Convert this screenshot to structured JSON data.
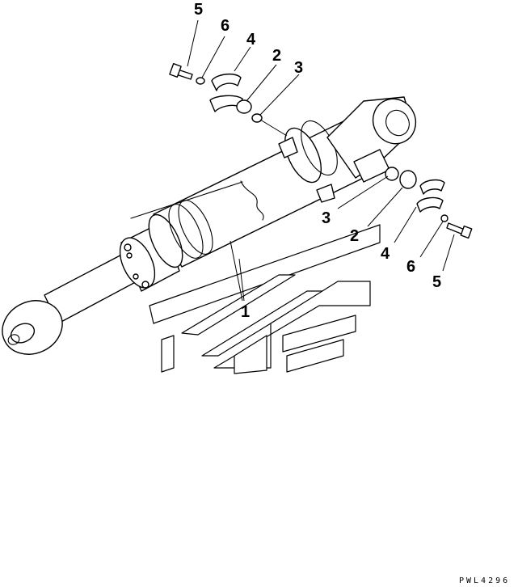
{
  "callouts": [
    {
      "id": "c5a",
      "text": "5"
    },
    {
      "id": "c6a",
      "text": "6"
    },
    {
      "id": "c4a",
      "text": "4"
    },
    {
      "id": "c2a",
      "text": "2"
    },
    {
      "id": "c3a",
      "text": "3"
    },
    {
      "id": "c3b",
      "text": "3"
    },
    {
      "id": "c2b",
      "text": "2"
    },
    {
      "id": "c4b",
      "text": "4"
    },
    {
      "id": "c6b",
      "text": "6"
    },
    {
      "id": "c5b",
      "text": "5"
    },
    {
      "id": "c1",
      "text": "1"
    }
  ],
  "drawing_code": "PWL4296",
  "colors": {
    "ink": "#000000",
    "paper": "#ffffff"
  }
}
